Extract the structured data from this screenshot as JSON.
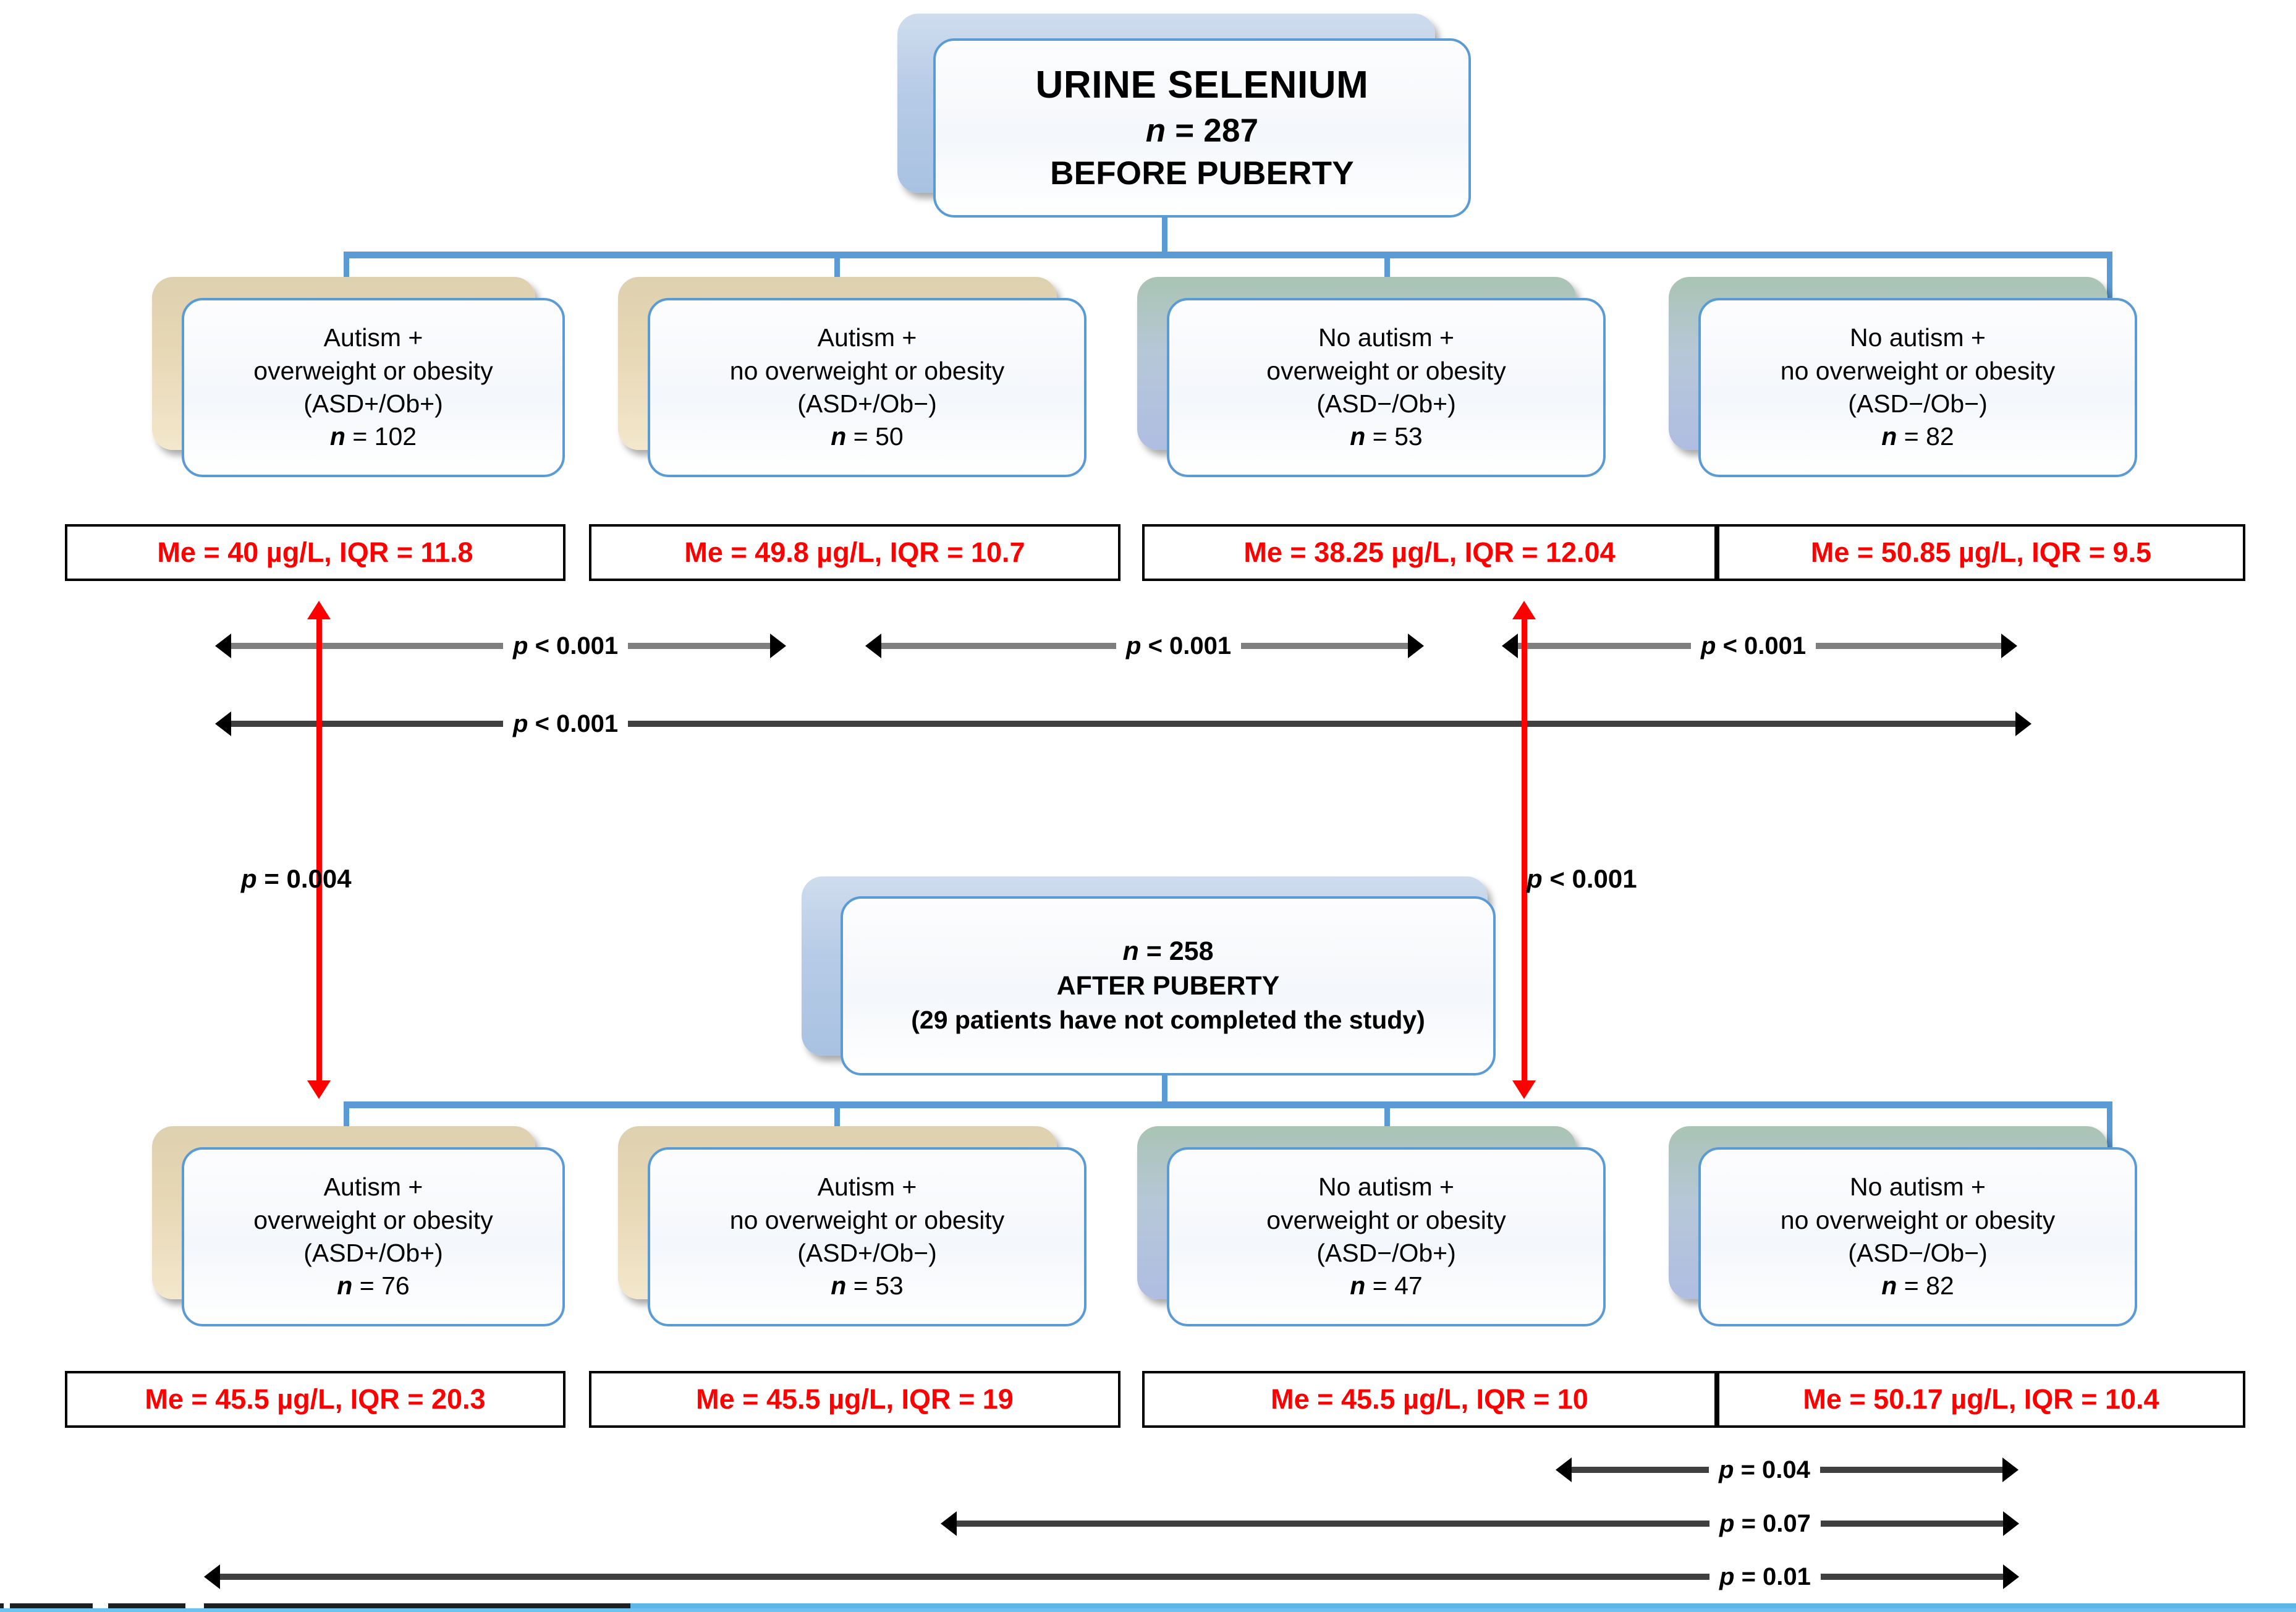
{
  "top_node": {
    "title": "URINE SELENIUM",
    "n_label": "n",
    "n_value": "= 287",
    "phase": "BEFORE PUBERTY"
  },
  "after_node": {
    "n_label": "n",
    "n_value": "= 258",
    "phase": "AFTER PUBERTY",
    "note": "(29 patients  have not completed the study)"
  },
  "before_groups": [
    {
      "l1": "Autism +",
      "l2": "overweight or obesity",
      "code": "(ASD+/Ob+)",
      "n_label": "n",
      "n_value": "= 102"
    },
    {
      "l1": "Autism +",
      "l2": "no overweight or obesity",
      "code": "(ASD+/Ob−)",
      "n_label": "n",
      "n_value": "= 50"
    },
    {
      "l1": "No autism +",
      "l2": "overweight or obesity",
      "code": "(ASD−/Ob+)",
      "n_label": "n",
      "n_value": "= 53"
    },
    {
      "l1": "No autism +",
      "l2": "no overweight or obesity",
      "code": "(ASD−/Ob−)",
      "n_label": "n",
      "n_value": "= 82"
    }
  ],
  "after_groups": [
    {
      "l1": "Autism +",
      "l2": "overweight or obesity",
      "code": "(ASD+/Ob+)",
      "n_label": "n",
      "n_value": "= 76"
    },
    {
      "l1": "Autism +",
      "l2": "no overweight or obesity",
      "code": "(ASD+/Ob−)",
      "n_label": "n",
      "n_value": "= 53"
    },
    {
      "l1": "No autism +",
      "l2": "overweight or obesity",
      "code": "(ASD−/Ob+)",
      "n_label": "n",
      "n_value": "= 47"
    },
    {
      "l1": "No autism +",
      "l2": "no overweight or obesity",
      "code": "(ASD−/Ob−)",
      "n_label": "n",
      "n_value": "= 82"
    }
  ],
  "before_stats": [
    "Me = 40 µg/L, IQR = 11.8",
    "Me = 49.8 µg/L, IQR = 10.7",
    "Me = 38.25 µg/L, IQR = 12.04",
    "Me = 50.85 µg/L, IQR = 9.5"
  ],
  "after_stats": [
    "Me = 45.5 µg/L, IQR = 20.3",
    "Me = 45.5 µg/L, IQR = 19",
    "Me = 45.5 µg/L, IQR = 10",
    "Me = 50.17 µg/L, IQR = 10.4"
  ],
  "before_comparisons": [
    {
      "id": "b-1-2",
      "p_var": "p",
      "p_value": "< 0.001"
    },
    {
      "id": "b-2-3",
      "p_var": "p",
      "p_value": "< 0.001"
    },
    {
      "id": "b-3-4",
      "p_var": "p",
      "p_value": "< 0.001"
    },
    {
      "id": "b-1-4",
      "p_var": "p",
      "p_value": "< 0.001"
    }
  ],
  "after_comparisons": [
    {
      "id": "a-3-4",
      "p_var": "p",
      "p_value": "= 0.04"
    },
    {
      "id": "a-2-4",
      "p_var": "p",
      "p_value": "= 0.07"
    },
    {
      "id": "a-1-4",
      "p_var": "p",
      "p_value": "= 0.01"
    }
  ],
  "vertical_comparisons": [
    {
      "id": "v-asd-ob-plus",
      "p_var": "p",
      "p_value": "= 0.004"
    },
    {
      "id": "v-asd-neg-ob-plus",
      "p_var": "p",
      "p_value": "< 0.001"
    }
  ],
  "colors": {
    "node_border": "#5b9bd5",
    "connector": "#5b9bd5",
    "stat_text": "#ff0000",
    "vertical_arrow": "#ff0000",
    "horizontal_arrow": "#7f7f7f",
    "shadow_tan": "#e6d7b4",
    "shadow_green": "#a9c4b4",
    "shadow_blue": "#b6cbe6"
  }
}
